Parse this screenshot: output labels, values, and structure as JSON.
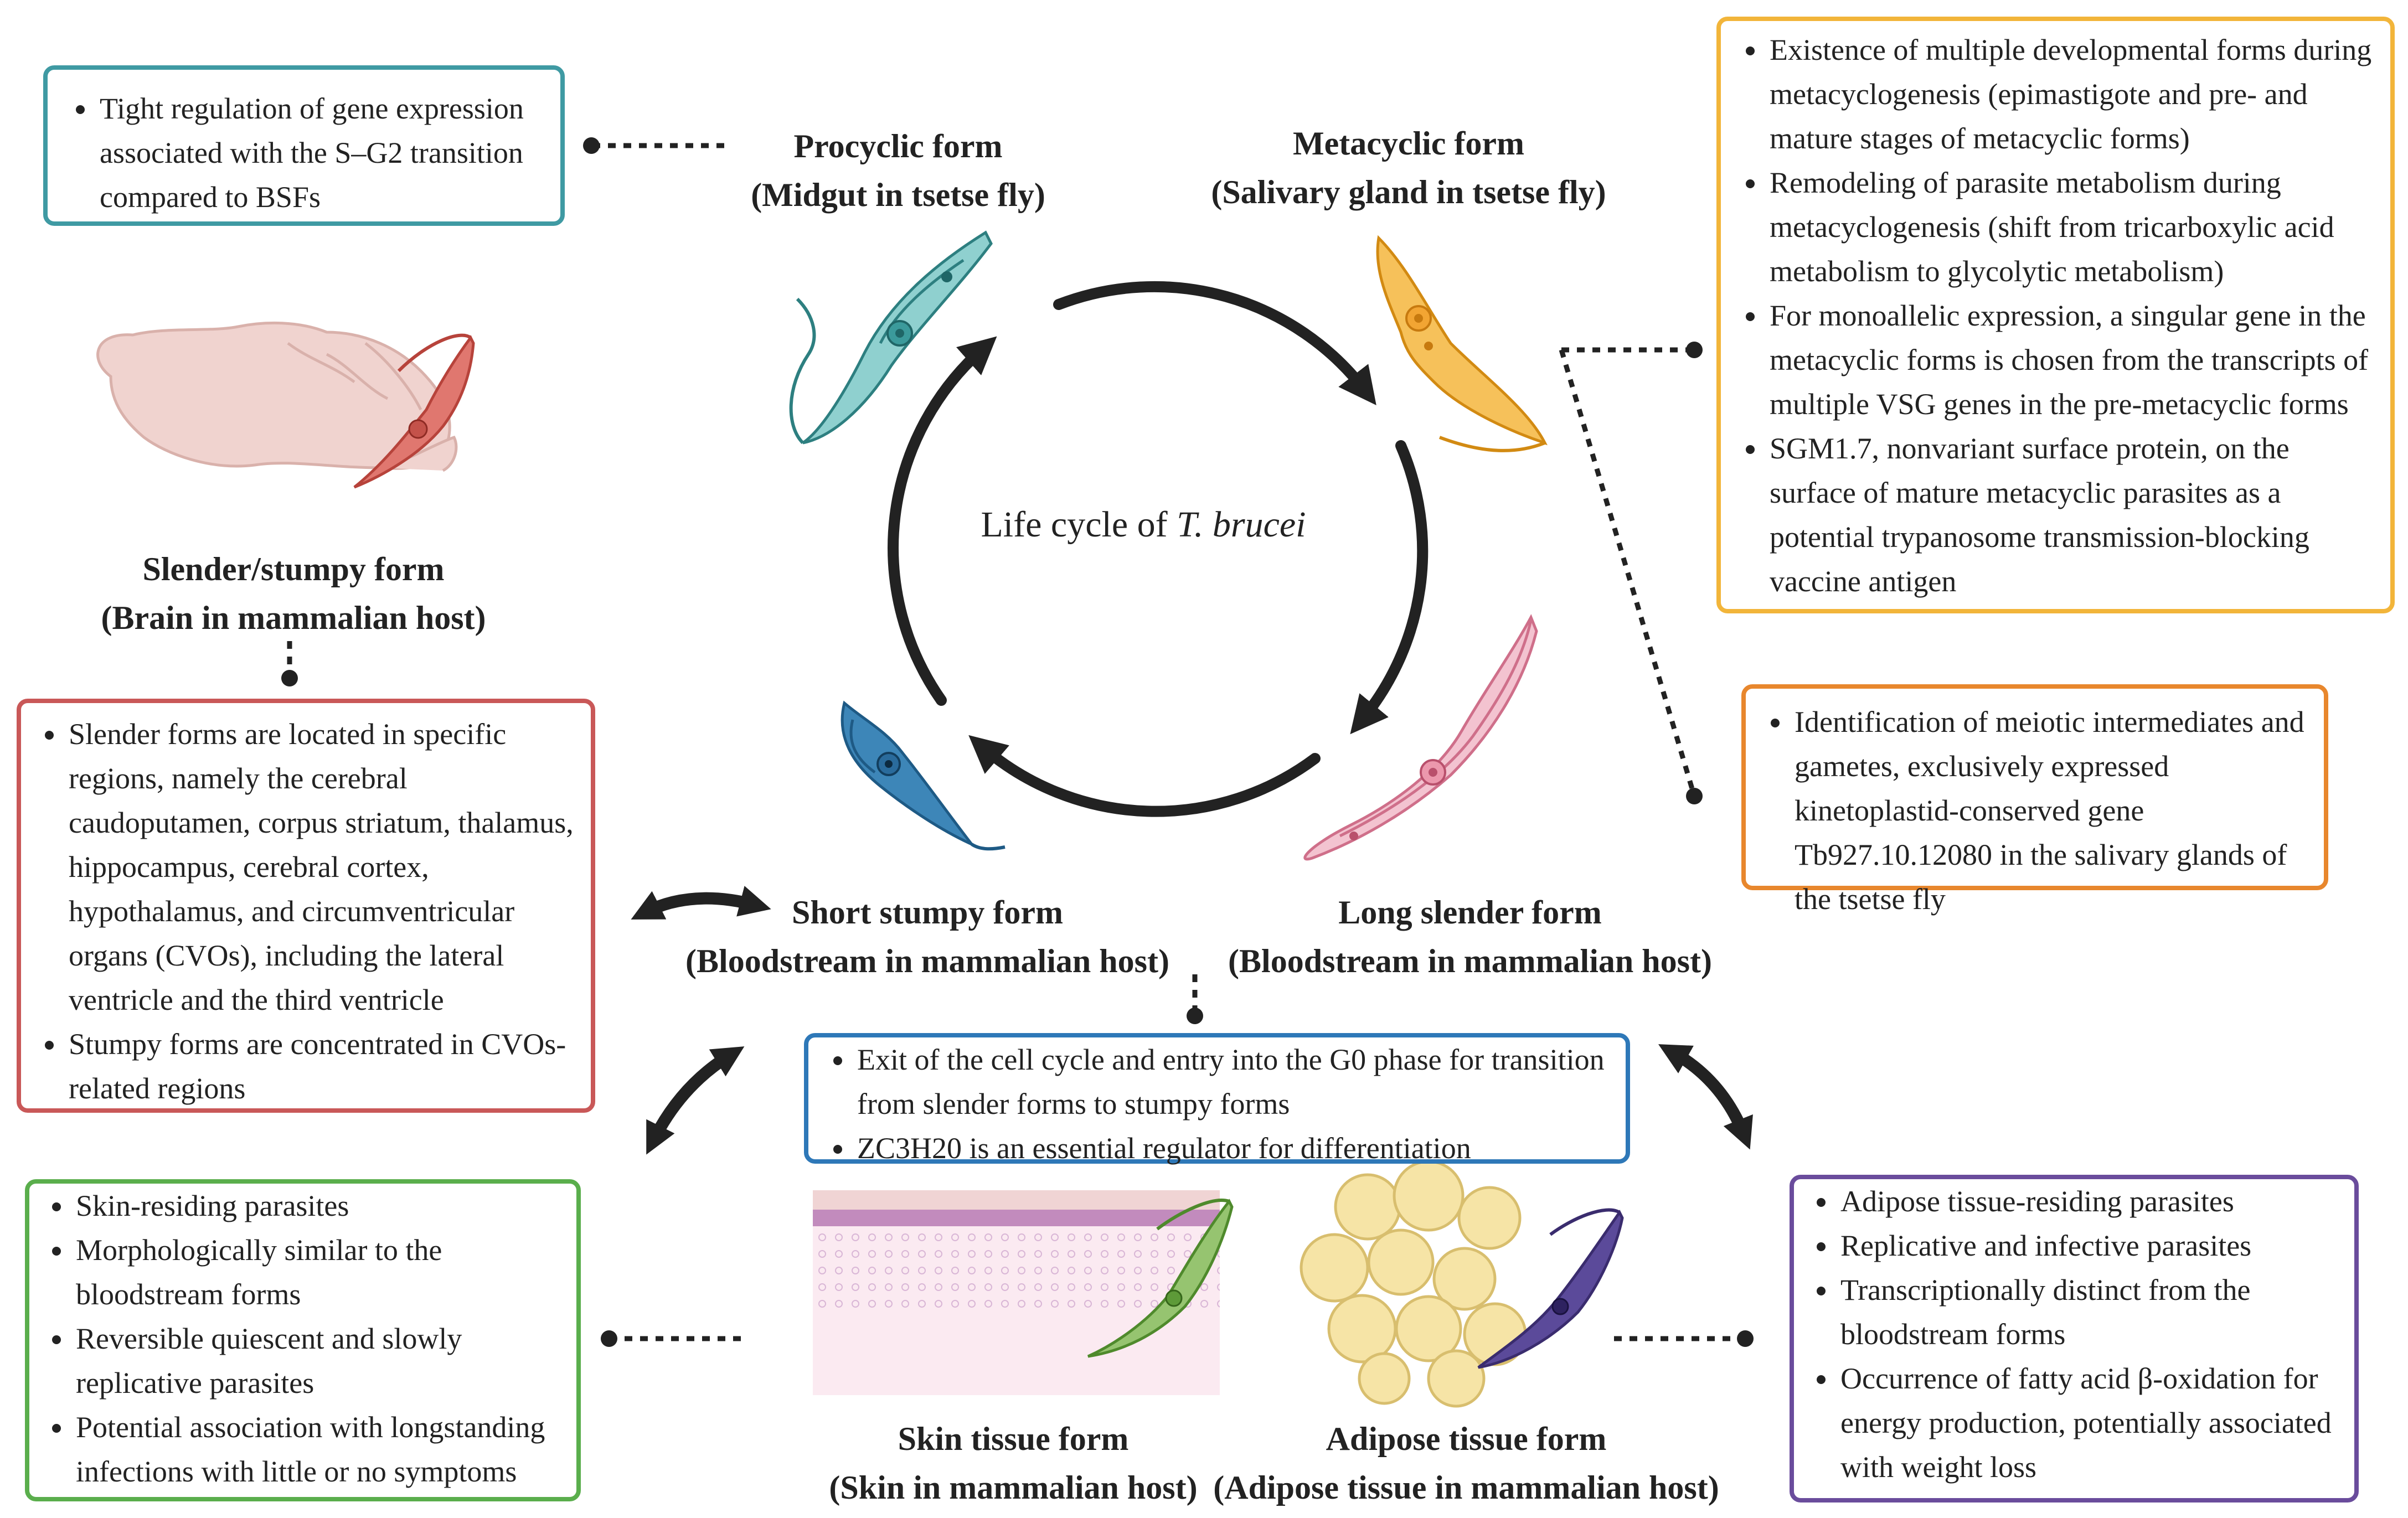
{
  "cycle_title": {
    "prefix": "Life cycle of ",
    "italic": "T. brucei"
  },
  "colors": {
    "teal": "#3f9aa3",
    "orange_light": "#f2b53a",
    "red": "#c95858",
    "orange": "#e8872d",
    "blue": "#2e78b8",
    "green": "#5aae4c",
    "purple": "#6a4c9c",
    "arrow": "#222222"
  },
  "forms": {
    "procyclic": {
      "name": "Procyclic form",
      "location": "(Midgut in tsetse fly)"
    },
    "metacyclic": {
      "name": "Metacyclic form",
      "location": "(Salivary gland in tsetse fly)"
    },
    "brain": {
      "name": "Slender/stumpy form",
      "location": "(Brain in mammalian host)"
    },
    "short_stumpy": {
      "name": "Short stumpy form",
      "location": "(Bloodstream in mammalian host)"
    },
    "long_slender": {
      "name": "Long slender form",
      "location": "(Bloodstream in mammalian host)"
    },
    "skin": {
      "name": "Skin tissue form",
      "location": "(Skin in mammalian host)"
    },
    "adipose": {
      "name": "Adipose tissue form",
      "location": "(Adipose tissue in mammalian host)"
    }
  },
  "boxes": {
    "procyclic": {
      "items": [
        "Tight regulation of gene expression associated with the S–G2 transition compared to BSFs"
      ]
    },
    "metacyclic": {
      "items": [
        "Existence of multiple developmental forms during metacyclogenesis (epimastigote and pre- and mature stages of metacyclic forms)",
        "Remodeling of parasite metabolism during metacyclogenesis (shift from tricarboxylic acid metabolism to glycolytic metabolism)",
        "For monoallelic expression, a singular gene in the metacyclic forms is chosen from the transcripts of multiple VSG genes in the pre-metacyclic forms",
        "SGM1.7, nonvariant surface protein, on the surface of mature metacyclic parasites as a potential trypanosome transmission-blocking vaccine antigen"
      ]
    },
    "brain": {
      "items": [
        "Slender forms are located in specific regions, namely the cerebral caudoputamen, corpus striatum, thalamus, hippocampus, cerebral cortex, hypothalamus, and circumventricular organs (CVOs), including the lateral ventricle and the third ventricle",
        "Stumpy forms are concentrated in CVOs-related regions"
      ]
    },
    "meiosis": {
      "items": [
        "Identification of meiotic intermediates and gametes, exclusively expressed kinetoplastid-conserved gene Tb927.10.12080 in the salivary glands of the tsetse fly"
      ]
    },
    "bloodstream": {
      "items": [
        "Exit of the cell cycle and entry into the G0 phase for transition from slender forms to stumpy forms",
        "ZC3H20 is an essential regulator for differentiation"
      ]
    },
    "skin": {
      "items": [
        "Skin-residing parasites",
        "Morphologically similar to the bloodstream forms",
        "Reversible quiescent and slowly replicative parasites",
        "Potential association with longstanding infections with little or no symptoms"
      ]
    },
    "adipose": {
      "items": [
        "Adipose tissue-residing parasites",
        "Replicative and infective parasites",
        "Transcriptionally distinct from the bloodstream forms",
        "Occurrence of fatty acid β-oxidation for energy production, potentially associated with weight loss"
      ]
    }
  }
}
